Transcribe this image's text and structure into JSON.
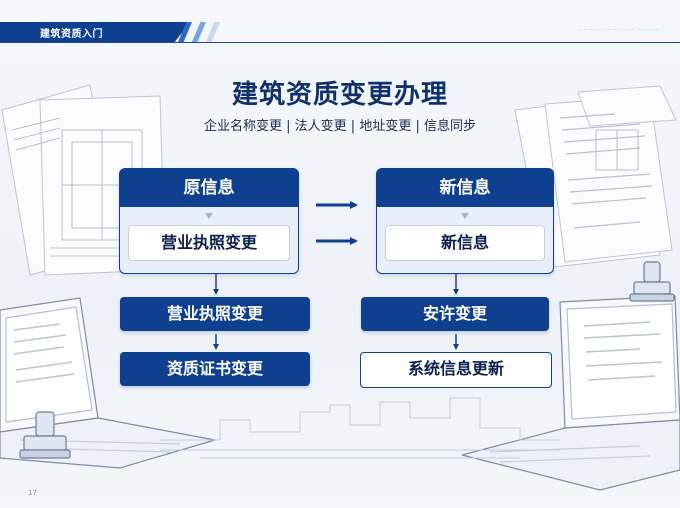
{
  "header": {
    "tab_label": "建筑资质入门",
    "right_note": "·········· ······ ······ ········"
  },
  "title": "建筑资质变更办理",
  "subtitle": "企业名称变更 | 法人变更 | 地址变更 | 信息同步",
  "left_panel": {
    "heading": "原信息",
    "item": "营业执照变更"
  },
  "right_panel": {
    "heading": "新信息",
    "item": "新信息"
  },
  "left_steps": [
    "营业执照变更",
    "资质证书变更"
  ],
  "right_steps": [
    "安许变更",
    "系统信息更新"
  ],
  "footer": {
    "page_number": "17"
  },
  "colors": {
    "primary": "#0f3f8f",
    "title": "#12306b",
    "panel_bg": "#e9eff8",
    "background": "#f4f7fb"
  }
}
